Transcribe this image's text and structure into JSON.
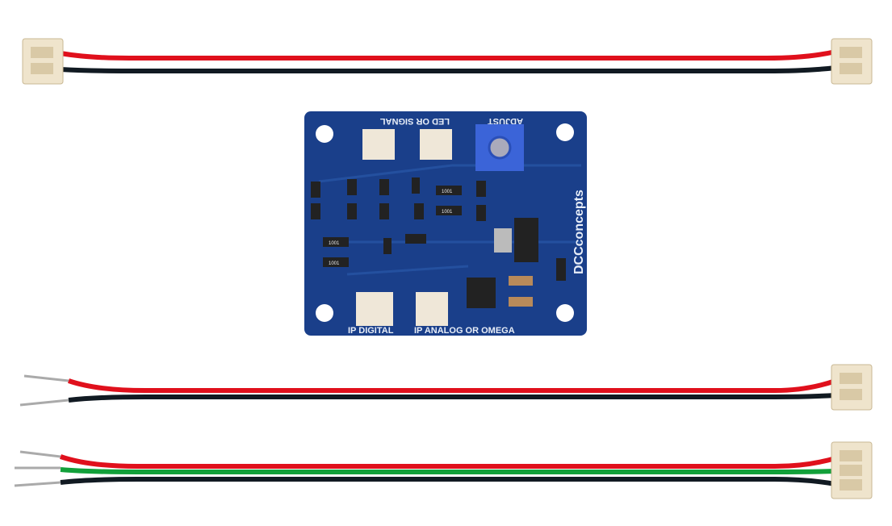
{
  "board": {
    "brand": "DCCconcepts",
    "labels": {
      "led_or_signal": "LED OR SIGNAL",
      "adjust": "ADJUST",
      "ip_digital": "IP DIGITAL",
      "ip_analog": "IP ANALOG OR OMEGA"
    },
    "resistor_code": "1001",
    "pcb_color": "#1a3f8a"
  },
  "cables": [
    {
      "type": "2-wire, connectors both ends",
      "colors": [
        "#e0101c",
        "#111a22"
      ]
    },
    {
      "type": "2-wire, bare ends to connector",
      "colors": [
        "#e0101c",
        "#111a22"
      ]
    },
    {
      "type": "3-wire, bare ends to connector",
      "colors": [
        "#e0101c",
        "#12a03a",
        "#111a22"
      ]
    }
  ]
}
